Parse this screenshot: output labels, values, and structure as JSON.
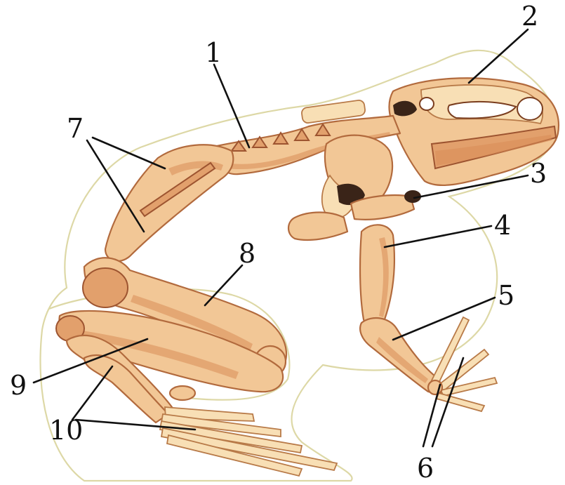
{
  "labels": [
    {
      "key": "vertebral-column",
      "text": "1"
    },
    {
      "key": "skull",
      "text": "2"
    },
    {
      "key": "shoulder-girdle",
      "text": "3"
    },
    {
      "key": "upper-arm",
      "text": "4"
    },
    {
      "key": "forearm",
      "text": "5"
    },
    {
      "key": "forelimb-digits",
      "text": "6"
    },
    {
      "key": "pelvic-girdle",
      "text": "7"
    },
    {
      "key": "thigh",
      "text": "8"
    },
    {
      "key": "shin",
      "text": "9"
    },
    {
      "key": "foot",
      "text": "10"
    }
  ],
  "colors": {
    "bone": "#f2c796",
    "bone_outline": "#b26a3d",
    "body_outline": "#ddd8a6",
    "label": "#111111"
  }
}
